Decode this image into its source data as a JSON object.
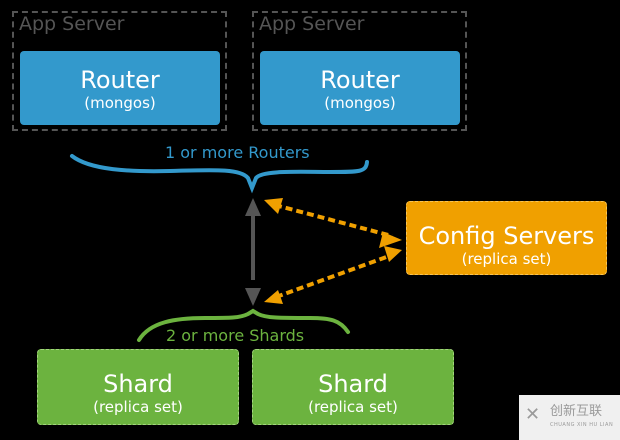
{
  "app_servers": [
    {
      "label": "App Server",
      "router": {
        "title": "Router",
        "subtitle": "(mongos)"
      }
    },
    {
      "label": "App Server",
      "router": {
        "title": "Router",
        "subtitle": "(mongos)"
      }
    }
  ],
  "routers_brace_label": "1 or more Routers",
  "config_servers": {
    "title": "Config Servers",
    "subtitle": "(replica set)"
  },
  "shards_brace_label": "2 or more Shards",
  "shards": [
    {
      "title": "Shard",
      "subtitle": "(replica set)"
    },
    {
      "title": "Shard",
      "subtitle": "(replica set)"
    }
  ],
  "colors": {
    "router": "#3399cc",
    "config": "#f0a000",
    "shard": "#6cb33f",
    "connector": "#555555"
  },
  "watermark": {
    "icon": "logo-x-icon",
    "text_cn": "创新互联",
    "text_en": "CHUANG XIN HU LIAN"
  }
}
